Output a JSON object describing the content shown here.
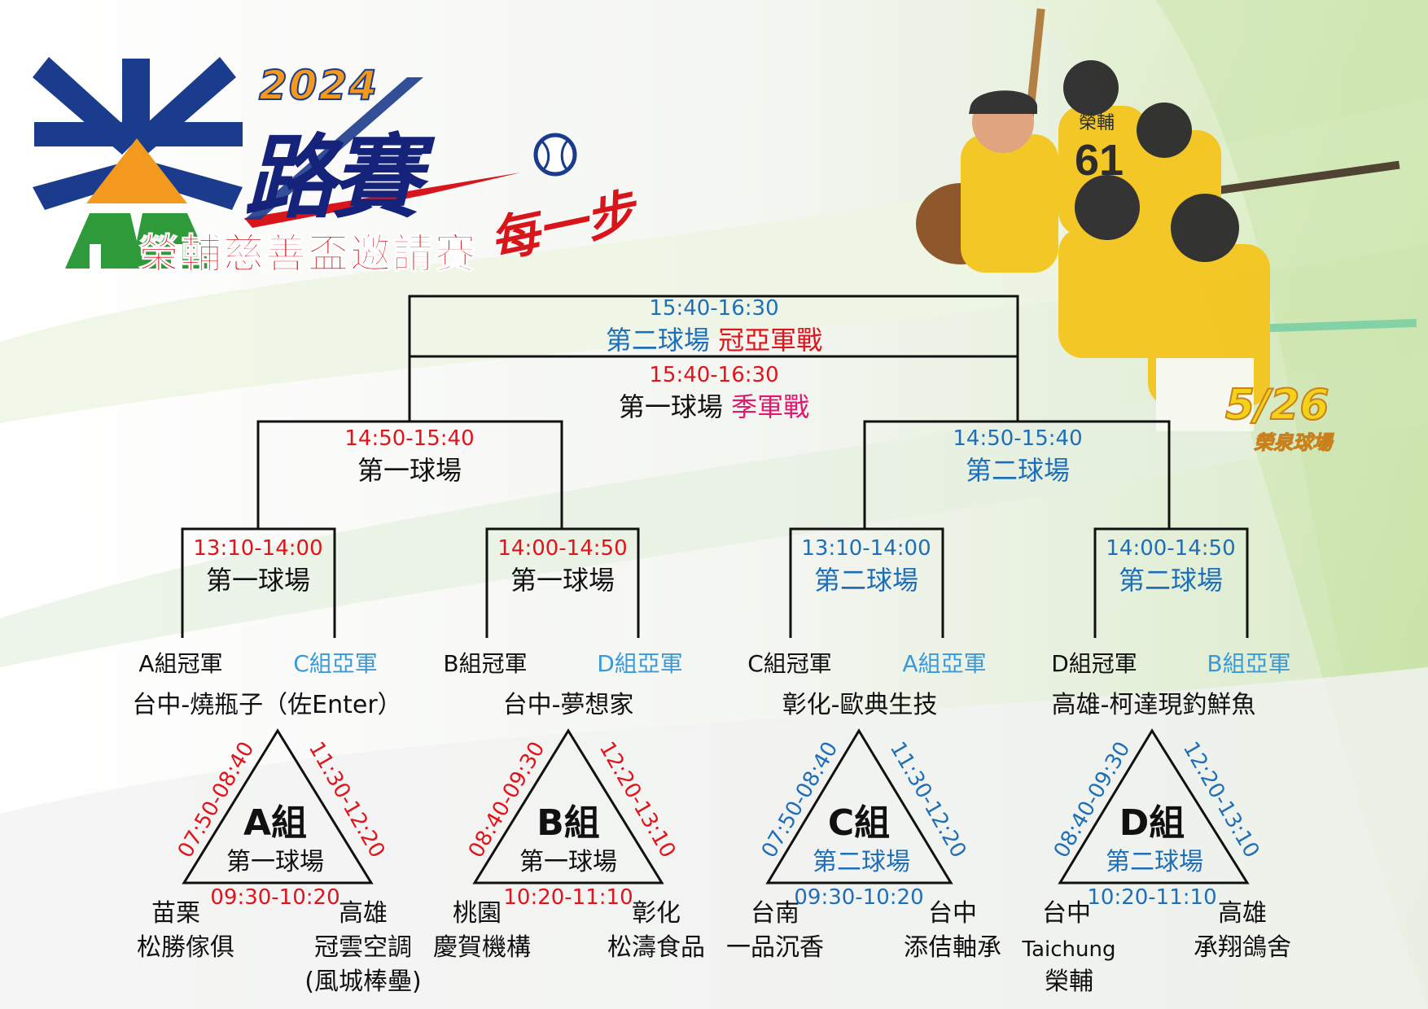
{
  "header": {
    "year": "2024",
    "event_main": "路賽",
    "slogan": "每一步",
    "event_title": "榮輔慈善盃邀請賽",
    "date": "5/26",
    "venue": "榮泉球場",
    "player_number": "61",
    "player_jersey_text": "榮輔"
  },
  "final": {
    "championship": {
      "time": "15:40-16:30",
      "field": "第二球場",
      "label": "冠亞軍戰"
    },
    "third_place": {
      "time": "15:40-16:30",
      "field": "第一球場",
      "label": "季軍戰"
    }
  },
  "semifinals": [
    {
      "time": "14:50-15:40",
      "field": "第一球場"
    },
    {
      "time": "14:50-15:40",
      "field": "第二球場"
    }
  ],
  "quarterfinals": [
    {
      "time": "13:10-14:00",
      "field": "第一球場",
      "left": "A組冠軍",
      "right": "C組亞軍",
      "seed_team": "台中-燒瓶子（佐Enter）"
    },
    {
      "time": "14:00-14:50",
      "field": "第一球場",
      "left": "B組冠軍",
      "right": "D組亞軍",
      "seed_team": "台中-夢想家"
    },
    {
      "time": "13:10-14:00",
      "field": "第二球場",
      "left": "C組冠軍",
      "right": "A組亞軍",
      "seed_team": "彰化-歐典生技"
    },
    {
      "time": "14:00-14:50",
      "field": "第二球場",
      "left": "D組冠軍",
      "right": "B組亞軍",
      "seed_team": "高雄-柯達現釣鮮魚"
    }
  ],
  "groups": [
    {
      "name": "A組",
      "field": "第一球場",
      "left_slot": "07:50-08:40",
      "right_slot": "11:30-12:20",
      "bottom_slot": "09:30-10:20",
      "team_left": [
        "苗栗",
        "松勝傢俱"
      ],
      "team_right": [
        "高雄",
        "冠雲空調",
        "(風城棒壘)"
      ]
    },
    {
      "name": "B組",
      "field": "第一球場",
      "left_slot": "08:40-09:30",
      "right_slot": "12:20-13:10",
      "bottom_slot": "10:20-11:10",
      "team_left": [
        "桃園",
        "慶賀機構"
      ],
      "team_right": [
        "彰化",
        "松濤食品"
      ]
    },
    {
      "name": "C組",
      "field": "第二球場",
      "left_slot": "07:50-08:40",
      "right_slot": "11:30-12:20",
      "bottom_slot": "09:30-10:20",
      "team_left": [
        "台南",
        "一品沉香"
      ],
      "team_right": [
        "台中",
        "添佶軸承"
      ]
    },
    {
      "name": "D組",
      "field": "第二球場",
      "left_slot": "08:40-09:30",
      "right_slot": "12:20-13:10",
      "bottom_slot": "10:20-11:10",
      "team_left": [
        "台中",
        "Taichung",
        "榮輔"
      ],
      "team_right": [
        "高雄",
        "承翔鴿舍"
      ]
    }
  ],
  "colors": {
    "field1_time": "#e0141c",
    "field2": "#1f6fb8",
    "runner_up_label": "#3a9ad9",
    "third_place": "#e2186f",
    "lines": "#111111"
  }
}
